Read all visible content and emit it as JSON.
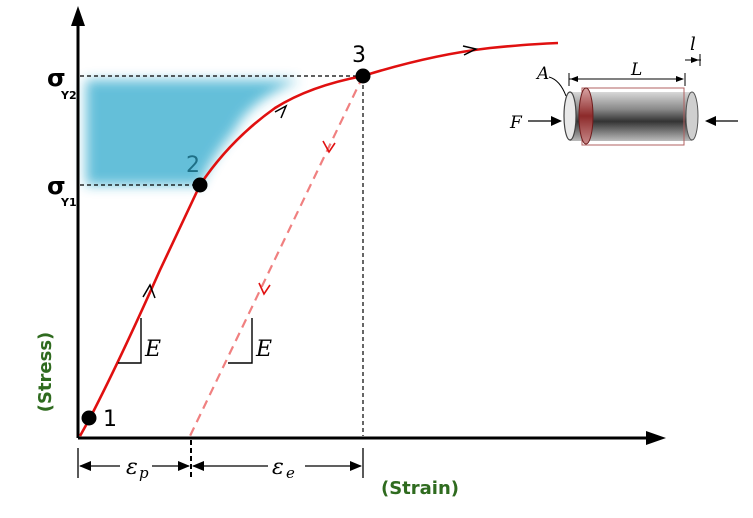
{
  "axes": {
    "y_label": "(Stress)",
    "x_label": "(Strain)",
    "label_color": "#2f6b1f"
  },
  "stress_levels": {
    "upper": {
      "symbol": "σ",
      "subscript": "Y2"
    },
    "lower": {
      "symbol": "σ",
      "subscript": "Y1"
    }
  },
  "points": [
    {
      "label": "1"
    },
    {
      "label": "2"
    },
    {
      "label": "3"
    }
  ],
  "slope_labels": {
    "loading": "E",
    "unloading": "E"
  },
  "strain_parts": {
    "plastic": {
      "base": "ε",
      "sub": "p"
    },
    "elastic": {
      "base": "ε",
      "sub": "e"
    }
  },
  "specimen": {
    "area": "A",
    "length": "L",
    "elongation": "l",
    "force": "F"
  },
  "colors": {
    "curve": "#e01010",
    "unload": "#f08080",
    "region": "#5bbcd8",
    "axis": "#000000",
    "point2_label": "#1e6f86"
  }
}
